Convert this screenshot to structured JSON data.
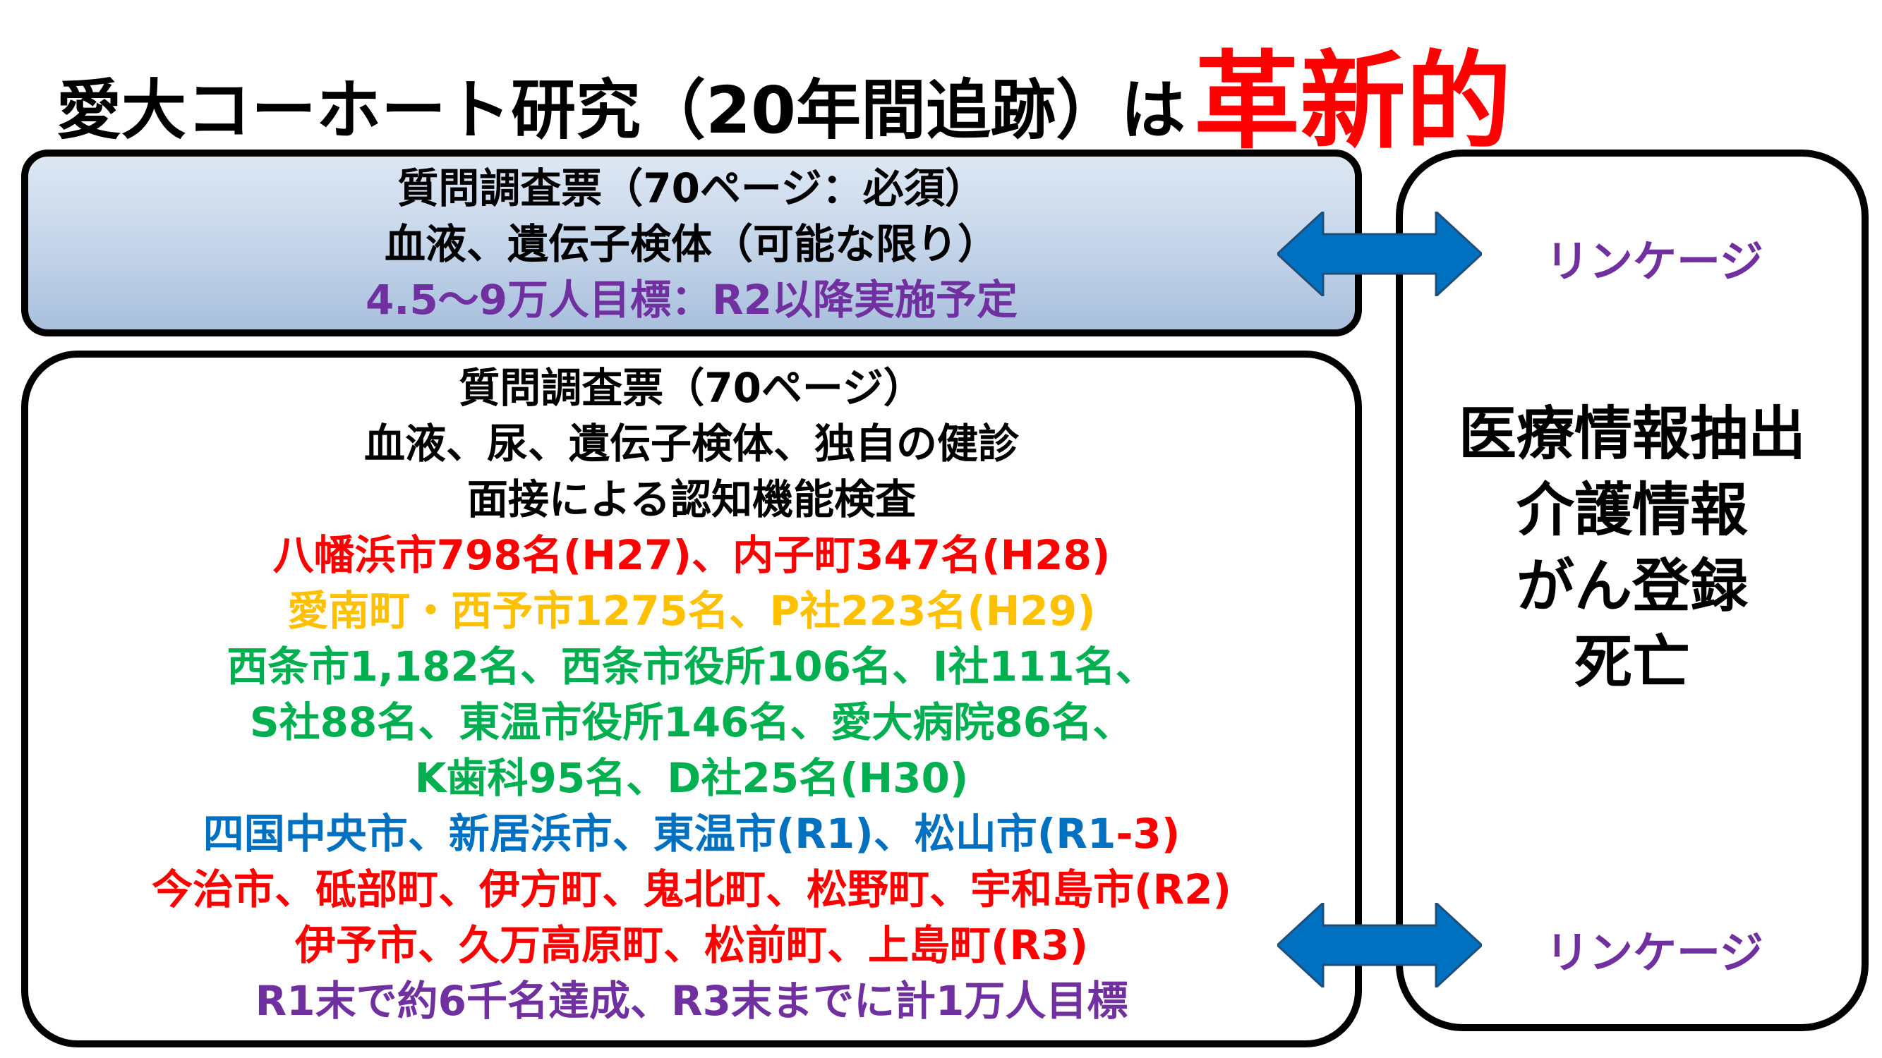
{
  "title": {
    "main": "愛大コーホート研究（20年間追跡）は",
    "emphasis": "革新的"
  },
  "top_box": {
    "lines": [
      {
        "text": "質問調査票（70ページ：必須）",
        "color": "black"
      },
      {
        "text": "血液、遺伝子検体（可能な限り）",
        "color": "black"
      },
      {
        "text": "4.5～9万人目標：R2以降実施予定",
        "color": "purple"
      }
    ]
  },
  "main_box": {
    "lines": [
      {
        "text": "質問調査票（70ページ）",
        "color": "black"
      },
      {
        "text": "血液、尿、遺伝子検体、独自の健診",
        "color": "black"
      },
      {
        "text": "面接による認知機能検査",
        "color": "black"
      },
      {
        "text": "八幡浜市798名(H27)、内子町347名(H28)",
        "color": "red"
      },
      {
        "text": "愛南町・西予市1275名、P社223名(H29)",
        "color": "orange"
      },
      {
        "text": "西条市1,182名、西条市役所106名、I社111名、",
        "color": "green"
      },
      {
        "text": "S社88名、東温市役所146名、愛大病院86名、",
        "color": "green"
      },
      {
        "text": "K歯科95名、D社25名(H30)",
        "color": "green"
      },
      {
        "text_blue": "四国中央市、新居浜市、東温市(R1)、松山市(R1",
        "text_red": "-3)",
        "color": "mixed"
      },
      {
        "text": "今治市、砥部町、伊方町、鬼北町、松野町、宇和島市(R2)",
        "color": "red"
      },
      {
        "text": "伊予市、久万高原町、松前町、上島町(R3)",
        "color": "red"
      },
      {
        "text": "R1末で約6千名達成、R3末までに計1万人目標",
        "color": "purple"
      }
    ]
  },
  "linkage": {
    "label_top": "リンケージ",
    "label_bottom": "リンケージ"
  },
  "right_box": {
    "items": [
      "医療情報抽出",
      "介護情報",
      "がん登録",
      "死亡"
    ]
  },
  "colors": {
    "black": "#000000",
    "purple": "#7030a0",
    "red": "#ff0000",
    "orange": "#ffc000",
    "green": "#00b050",
    "blue": "#0070c0",
    "arrow": "#0070c0"
  }
}
